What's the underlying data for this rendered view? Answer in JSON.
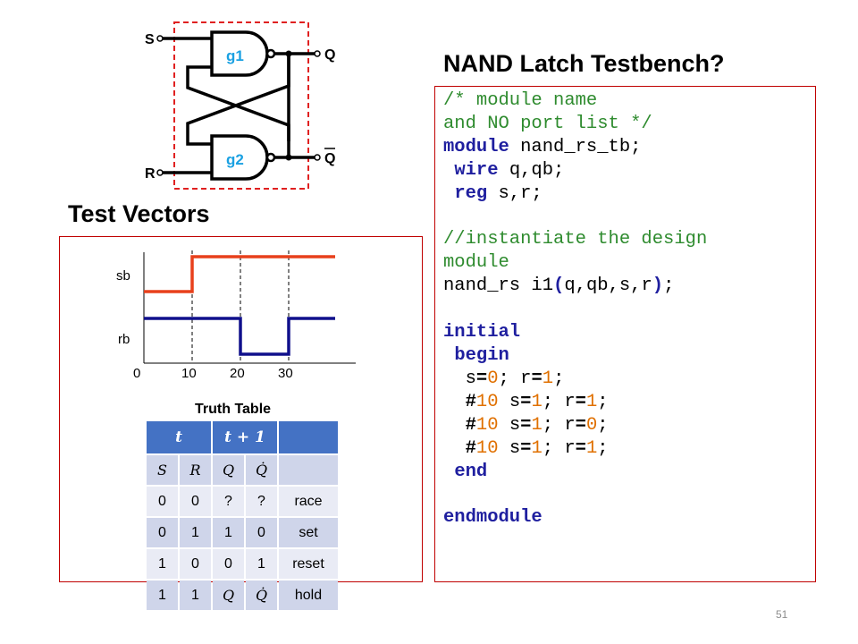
{
  "title": "NAND Latch Testbench?",
  "test_vectors_title": "Test Vectors",
  "circuit": {
    "input_s": "S",
    "input_r": "R",
    "gate1": "g1",
    "gate2": "g2",
    "output_q": "Q",
    "output_qbar": "Q"
  },
  "waveform": {
    "signals": [
      "sb",
      "rb"
    ],
    "ticks": [
      "0",
      "10",
      "20",
      "30"
    ],
    "sb_transitions": [
      {
        "t": 10,
        "level": 1
      }
    ],
    "sb_initial": 0,
    "rb_initial": 1,
    "rb_transitions": [
      {
        "t": 20,
        "level": 0
      },
      {
        "t": 30,
        "level": 1
      }
    ],
    "colors": {
      "sb": "#e8401c",
      "rb": "#10108c"
    }
  },
  "truth_table": {
    "caption": "Truth Table",
    "header": [
      "t",
      "t + 1",
      ""
    ],
    "subheader": [
      "S",
      "R",
      "Q",
      "Q̇",
      ""
    ],
    "rows": [
      [
        "0",
        "0",
        "?",
        "?",
        "race"
      ],
      [
        "0",
        "1",
        "1",
        "0",
        "set"
      ],
      [
        "1",
        "0",
        "0",
        "1",
        "reset"
      ],
      [
        "1",
        "1",
        "Q",
        "Q̇",
        "hold"
      ]
    ]
  },
  "code": {
    "comment1": "/* module name",
    "comment2": "and NO port list */",
    "kw_module": "module",
    "module_name": " nand_rs_tb;",
    "kw_wire": "wire",
    "wire_decl": " q,qb;",
    "kw_reg": "reg",
    "reg_decl": " s,r;",
    "comment3": "//instantiate the design",
    "comment4": "module",
    "inst_name": "nand_rs i1",
    "inst_open": "(",
    "inst_ports": "q,qb,s,r",
    "inst_close": ")",
    "inst_end": ";",
    "kw_initial": "initial",
    "kw_begin": "begin",
    "kw_end": "end",
    "kw_endmodule": "endmodule",
    "lines": [
      {
        "delay": "",
        "s": "0",
        "r": "1"
      },
      {
        "delay": "10",
        "s": "1",
        "r": "1"
      },
      {
        "delay": "10",
        "s": "1",
        "r": "0"
      },
      {
        "delay": "10",
        "s": "1",
        "r": "1"
      }
    ]
  },
  "page_number": "51"
}
